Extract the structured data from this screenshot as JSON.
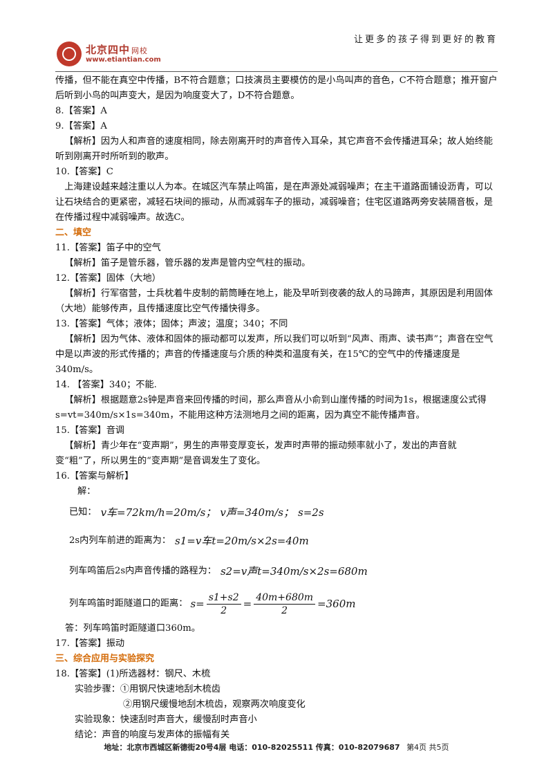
{
  "header": {
    "logo_name": "北京四中",
    "logo_sub": "网校",
    "logo_url": "www.etiantian.com",
    "slogan": "让更多的孩子得到更好的教育",
    "brand_color": "#b03a2e"
  },
  "content": {
    "p1": "传播，但不能在真空中传播，B不符合题意；口技演员主要模仿的是小鸟叫声的音色，C不符合题意；推开窗户后听到小鸟的叫声变大，是因为响度变大了，D不符合题意。",
    "a8": "8.【答案】A",
    "a9": "9.【答案】A",
    "a9_analysis": "【解析】因为人和声音的速度相同，除去刚离开时的声音传入耳朵，其它声音不会传播进耳朵；故人始终能听到刚离开时所听到的歌声。",
    "a10": "10.【答案】C",
    "a10_analysis": "上海建设越来越注重以人为本。在城区汽车禁止鸣笛，是在声源处减弱噪声；在主干道路面铺设沥青，可以让石块结合的更紧密，减轻石块间的振动，从而减弱车子的振动，减弱噪音；住宅区道路两旁安装隔音板，是在传播过程中减弱噪声。故选C。",
    "sec2": "二、填空",
    "a11": "11.【答案】笛子中的空气",
    "a11_analysis": "【解析】笛子是管乐器，管乐器的发声是管内空气柱的振动。",
    "a12": "12.【答案】固体（大地）",
    "a12_analysis": "【解析】行军宿营，士兵枕着牛皮制的箭筒睡在地上，能及早听到夜袭的敌人的马蹄声，其原因是利用固体（大地）能够传声，且传播速度比空气传播快得多。",
    "a13": "13.【答案】气体；液体；固体；声波；温度；340；不同",
    "a13_analysis": "【解析】因为气体、液体和固体的振动都可以发声，所以我们可以听到“风声、雨声、读书声”；声音在空气中是以声波的形式传播的；声音的传播速度与介质的种类和温度有关，在15℃的空气中的传播速度是340m/s。",
    "a14": "14. 【答案】340；不能.",
    "a14_analysis": "【解析】根据题意2s钟是声音来回传播的时间，那么声音从小俞到山崖传播的时间为1s，根据速度公式得s=vt=340m/s×1s=340m，不能用这种方法测地月之间的距离，因为真空不能传播声音。",
    "a15": "15.【答案】音调",
    "a15_analysis": "【解析】青少年在“变声期”，男生的声带变厚变长，发声时声带的振动频率就小了，发出的声音就变“粗”了，所以男生的“变声期”是音调发生了变化。",
    "a16": "16.【答案与解析】",
    "a16_solve": "解：",
    "a16_known_label": "已知：",
    "a16_known_v1": "v车=72km/h=20m/s；",
    "a16_known_v2": "v声=340m/s；",
    "a16_known_s": "s=2s",
    "a16_line2_label": "2s内列车前进的距离为：",
    "a16_line2_formula": "s1=v车t=20m/s×2s=40m",
    "a16_line3_label": "列车鸣笛后2s内声音传播的路程为：",
    "a16_line3_formula": "s2=v声t=340m/s×2s=680m",
    "a16_line4_label": "列车鸣笛时距隧道口的距离：",
    "a16_line4_lhs": "s=",
    "a16_line4_num1": "s1+s2",
    "a16_line4_den1": "2",
    "a16_line4_num2": "40m+680m",
    "a16_line4_den2": "2",
    "a16_line4_result": "=360m",
    "a16_answer": "答：列车鸣笛时距隧道口360m。",
    "a17": "17.【答案】振动",
    "sec3": "三、综合应用与实验探究",
    "a18": "18.【答案】(1)所选器材：钢尺、木梳",
    "a18_step1": "实验步骤：①用钢尺快速地刮木梳齿",
    "a18_step2": "②用钢尺缓慢地刮木梳齿，观察两次响度变化",
    "a18_phenomenon": "实验现象：快速刮时声音大，缓慢刮时声音小",
    "a18_conclusion": "结论：声音的响度与发声体的振幅有关",
    "section_color": "#d46b08"
  },
  "footer": {
    "address": "地址：北京市西城区新德街20号4层 电话：010-82025511 传真：010-82079687",
    "page": "第4页 共5页"
  }
}
